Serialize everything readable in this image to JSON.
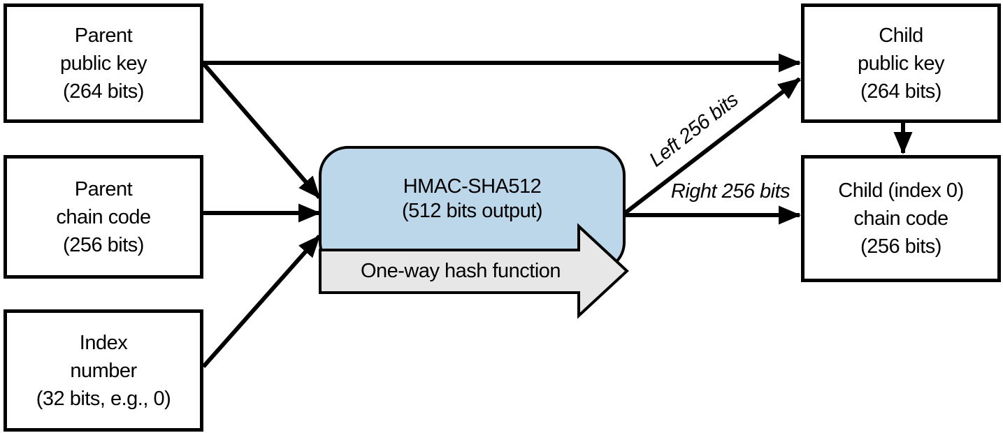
{
  "colors": {
    "background": "#ffffff",
    "line": "#000000",
    "box_fill": "#ffffff",
    "box_border": "#000000",
    "hmac_fill": "#bcd6ea",
    "banner_fill": "#e7e7e7"
  },
  "boxes": {
    "parent_public_key": {
      "lines": [
        "Parent",
        "public key",
        "(264 bits)"
      ]
    },
    "parent_chain_code": {
      "lines": [
        "Parent",
        "chain code",
        "(256 bits)"
      ]
    },
    "index_number": {
      "lines": [
        "Index",
        "number",
        "(32 bits, e.g., 0)"
      ]
    },
    "hmac": {
      "lines": [
        "HMAC-SHA512",
        "(512 bits output)"
      ]
    },
    "one_way_banner": {
      "label": "One-way hash function"
    },
    "child_public_key": {
      "lines": [
        "Child",
        "public key",
        "(264 bits)"
      ]
    },
    "child_chain_code": {
      "lines": [
        "Child (index 0)",
        "chain code",
        "(256 bits)"
      ]
    }
  },
  "edges": [
    {
      "from": "parent_public_key",
      "to": "child_public_key",
      "label": ""
    },
    {
      "from": "parent_public_key",
      "to": "hmac",
      "label": ""
    },
    {
      "from": "parent_chain_code",
      "to": "hmac",
      "label": ""
    },
    {
      "from": "index_number",
      "to": "hmac",
      "label": ""
    },
    {
      "from": "hmac",
      "to": "child_public_key",
      "label": "Left 256 bits"
    },
    {
      "from": "hmac",
      "to": "child_chain_code",
      "label": "Right 256 bits"
    },
    {
      "from": "child_public_key",
      "to": "child_chain_code",
      "label": ""
    }
  ]
}
